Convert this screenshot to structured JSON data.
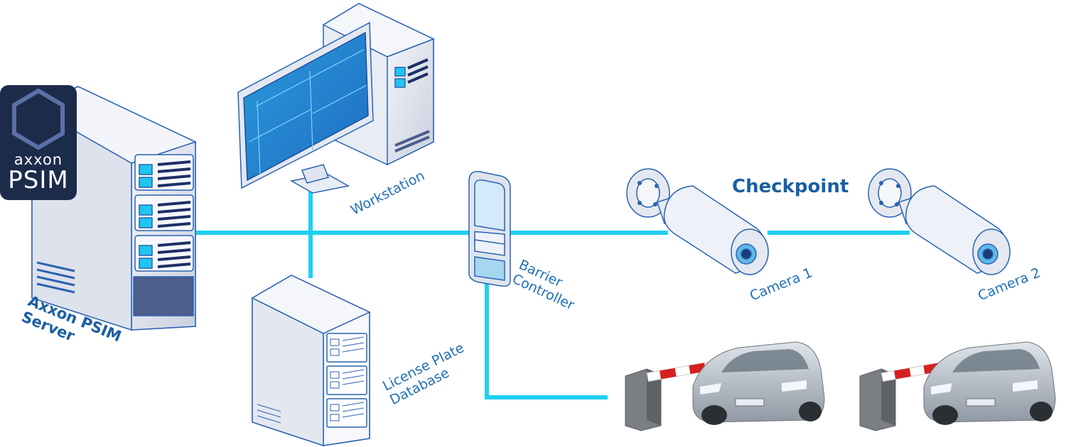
{
  "diagram": {
    "title": "Checkpoint",
    "logo": {
      "line1": "axxon",
      "line2": "PSIM"
    },
    "nodes": {
      "server": {
        "label_line1": "Axxon PSIM",
        "label_line2": "Server"
      },
      "workstation": {
        "label": "Workstation"
      },
      "database": {
        "label_line1": "License Plate",
        "label_line2": "Database"
      },
      "barrier_controller": {
        "label_line1": "Barrier",
        "label_line2": "Controller"
      },
      "camera1": {
        "label": "Camera 1"
      },
      "camera2": {
        "label": "Camera 2"
      }
    },
    "colors": {
      "network": "#1fd0f0",
      "outline": "#2a63b0",
      "label": "#1f6fb8",
      "logo_bg": "#1c2b4a"
    }
  }
}
